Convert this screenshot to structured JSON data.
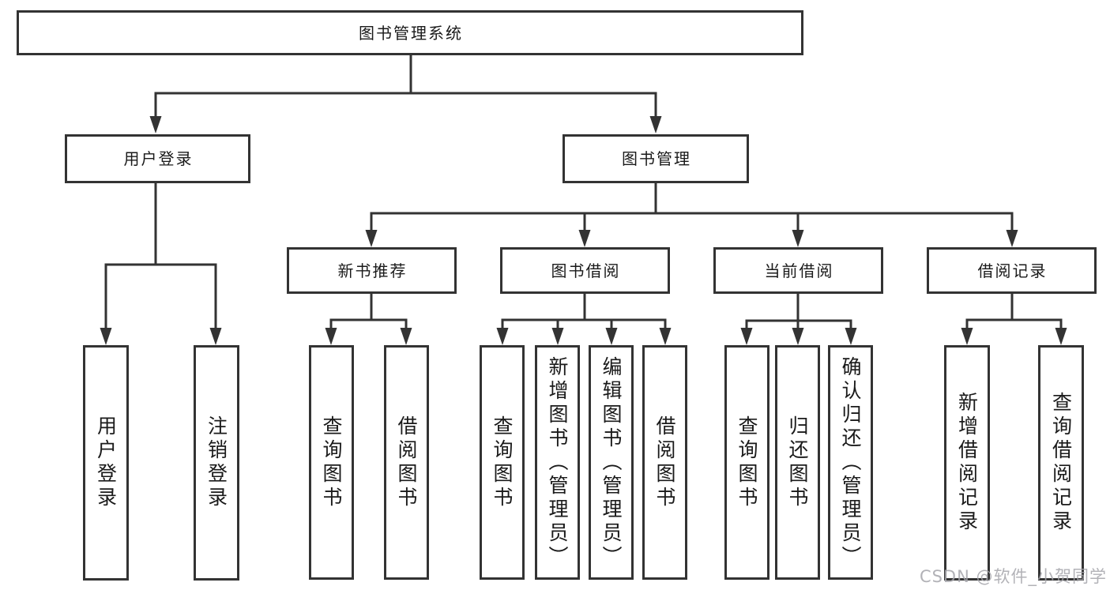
{
  "tree": {
    "label": "图书管理系统",
    "children": [
      {
        "label": "用户登录",
        "children": [
          {
            "label": "用户登录"
          },
          {
            "label": "注销登录"
          }
        ]
      },
      {
        "label": "图书管理",
        "children": [
          {
            "label": "新书推荐",
            "children": [
              {
                "label": "查询图书"
              },
              {
                "label": "借阅图书"
              }
            ]
          },
          {
            "label": "图书借阅",
            "children": [
              {
                "label": "查询图书"
              },
              {
                "label": "新增图书（管理员）"
              },
              {
                "label": "编辑图书（管理员）"
              },
              {
                "label": "借阅图书"
              }
            ]
          },
          {
            "label": "当前借阅",
            "children": [
              {
                "label": "查询图书"
              },
              {
                "label": "归还图书"
              },
              {
                "label": "确认归还（管理员）"
              }
            ]
          },
          {
            "label": "借阅记录",
            "children": [
              {
                "label": "新增借阅记录"
              },
              {
                "label": "查询借阅记录"
              }
            ]
          }
        ]
      }
    ]
  },
  "watermark": "CSDN @软件_小贺同学",
  "colors": {
    "line": "#333333",
    "box_border": "#333333",
    "text": "#1a1a1a",
    "background": "#ffffff",
    "watermark": "#a5a5aa"
  }
}
